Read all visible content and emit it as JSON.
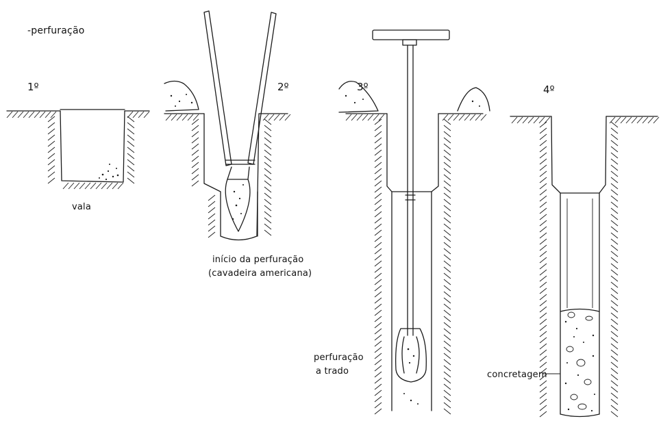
{
  "title": "-perfuração",
  "steps": [
    {
      "number": "1º",
      "caption": "vala"
    },
    {
      "number": "2º",
      "caption_line1": "início da perfuração",
      "caption_line2": "(cavadeira americana)"
    },
    {
      "number": "3º",
      "caption_line1": "perfuração",
      "caption_line2": "a trado"
    },
    {
      "number": "4º",
      "caption": "concretagem"
    }
  ]
}
